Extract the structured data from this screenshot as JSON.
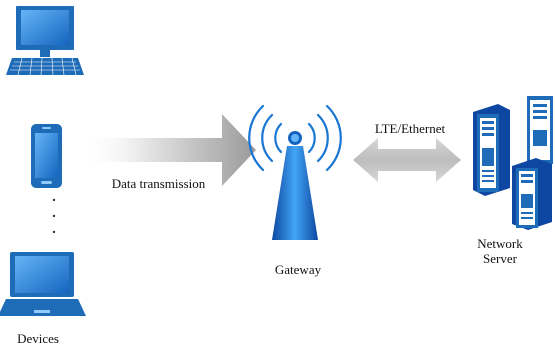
{
  "labels": {
    "devices": "Devices",
    "data_transmission": "Data transmission",
    "gateway": "Gateway",
    "link": "LTE/Ethernet",
    "network_server_line1": "Network",
    "network_server_line2": "Server"
  },
  "icons": {
    "desktop": "desktop-computer-icon",
    "phone": "smartphone-icon",
    "laptop": "laptop-icon",
    "gateway": "antenna-tower-icon",
    "servers": "server-rack-icon"
  },
  "colors": {
    "device_blue": "#1E6BB8",
    "screen_blue": "#2E8BE0",
    "arrow_gray": "#9A9A9A",
    "double_arrow_gray": "#BDBDBD",
    "wave_blue": "#1976D2"
  }
}
